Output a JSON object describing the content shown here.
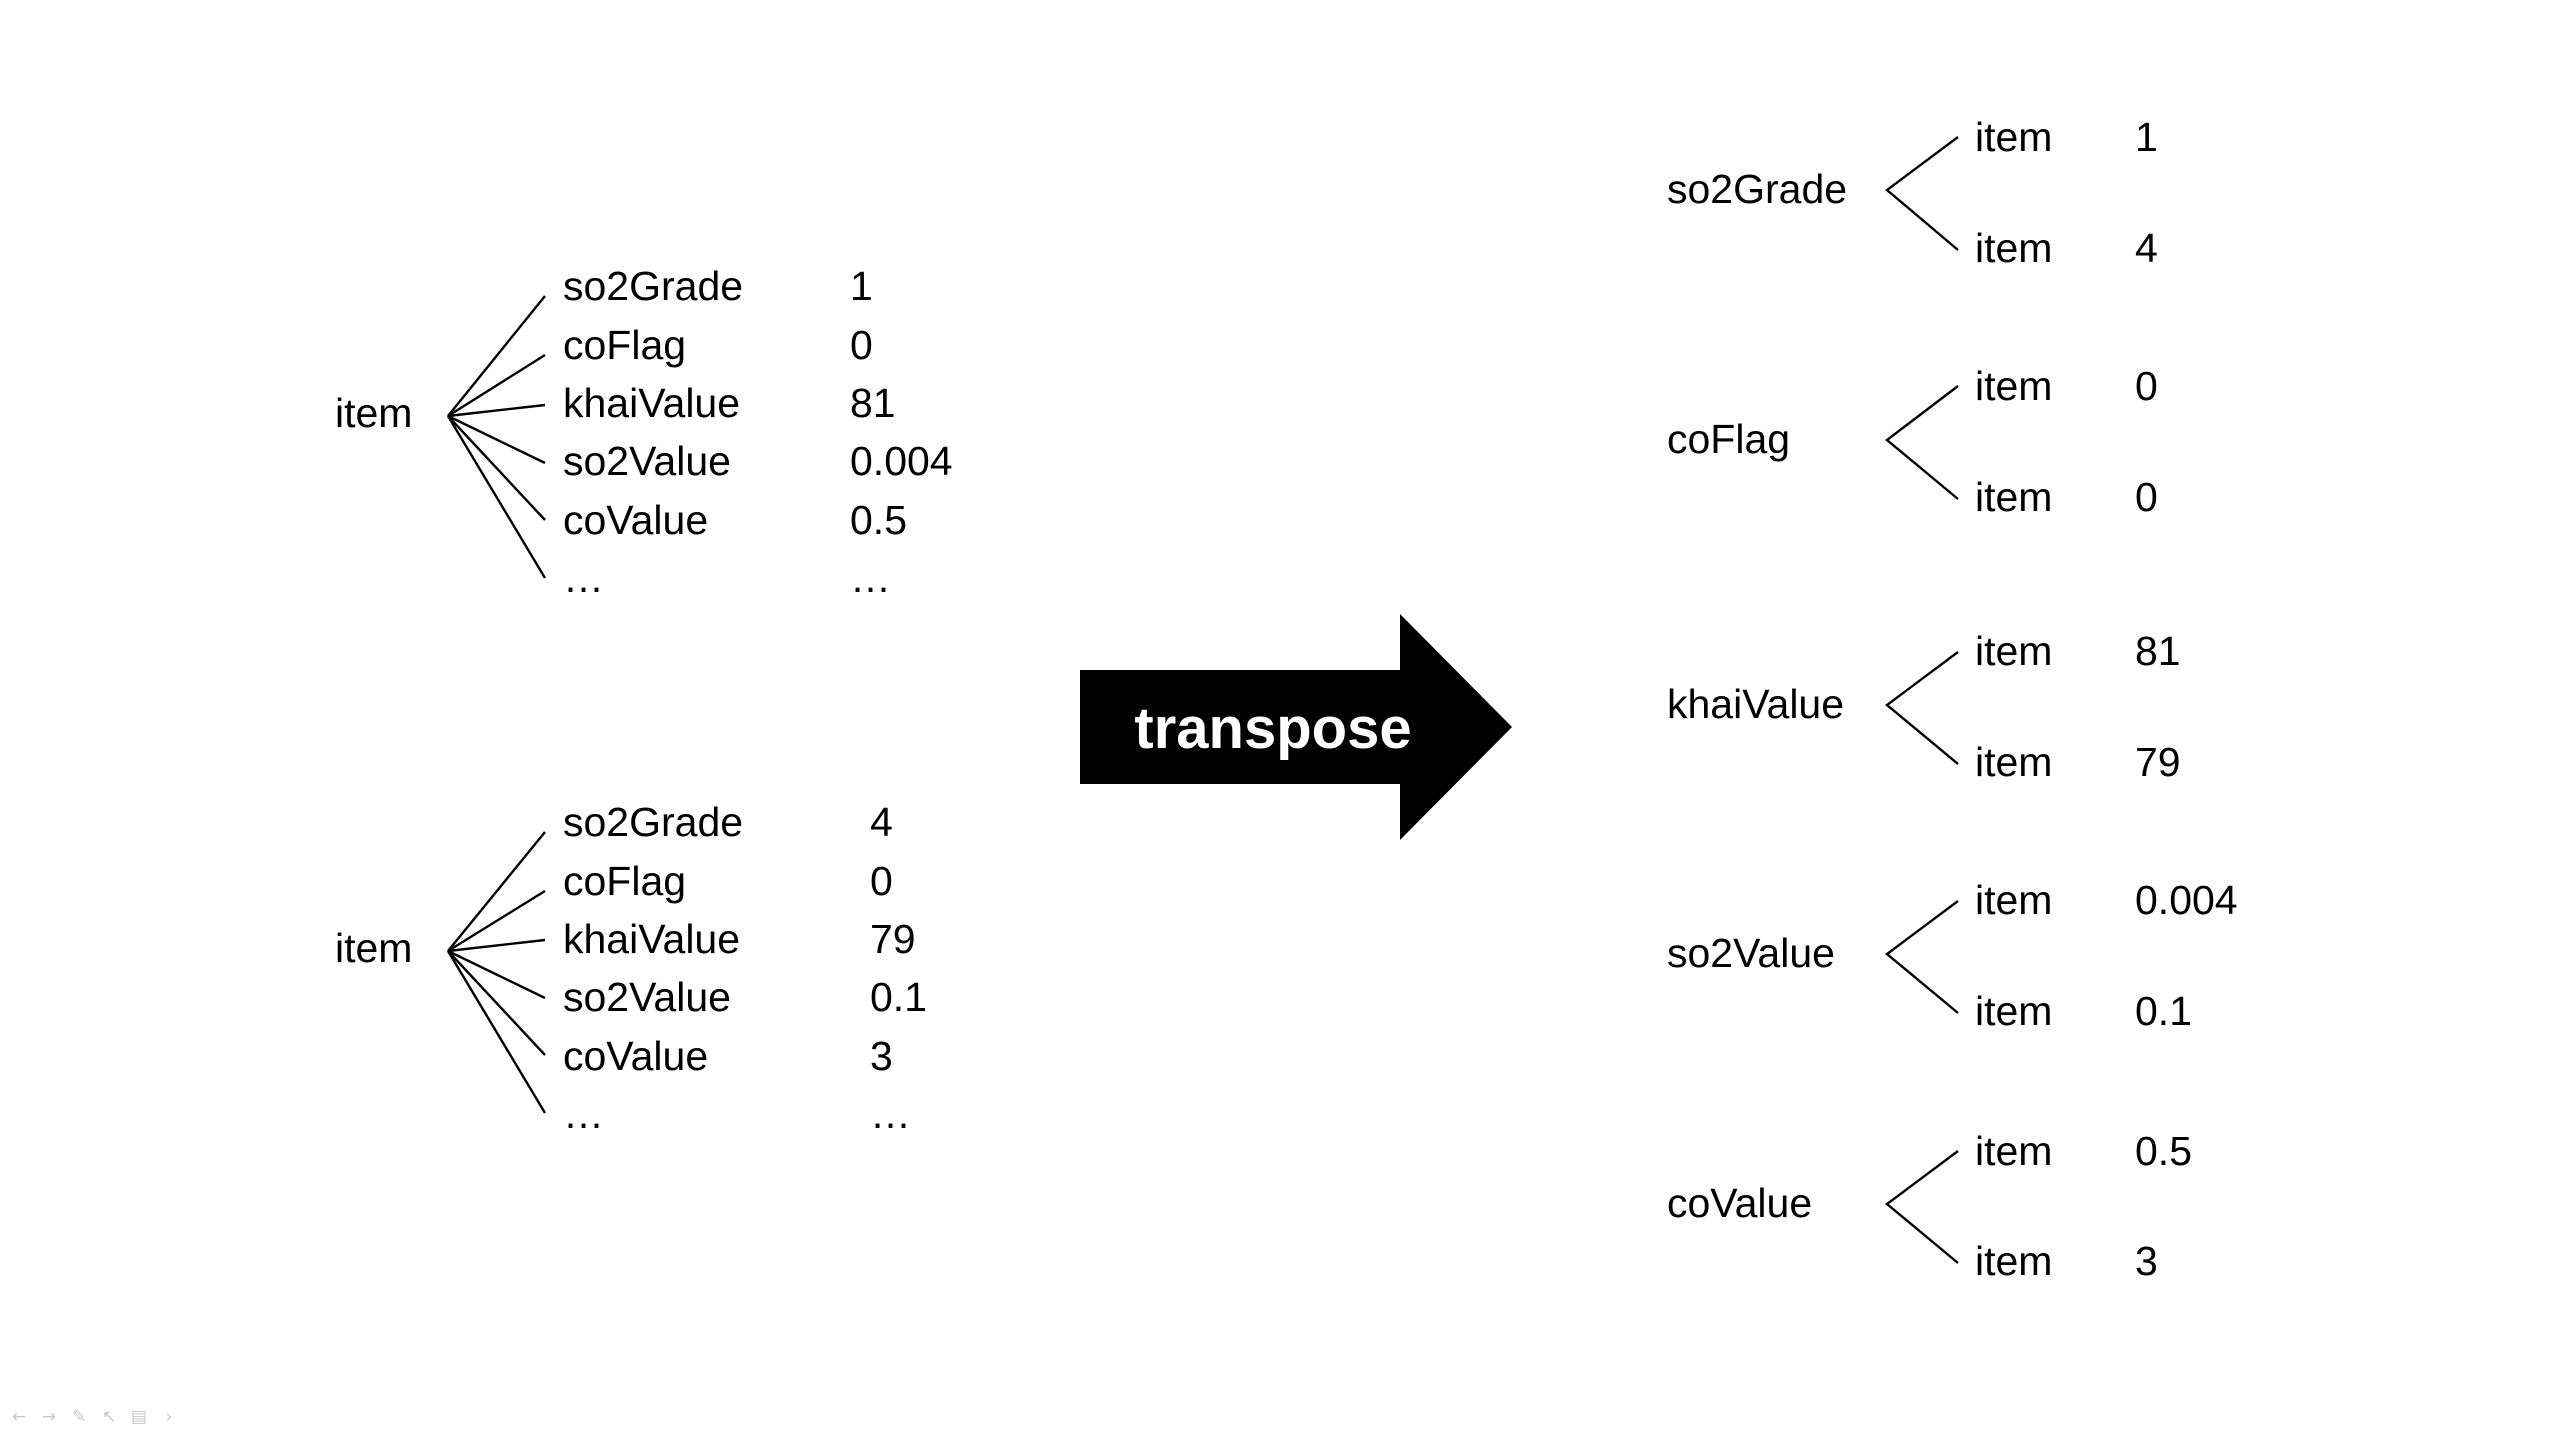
{
  "arrow": {
    "label": "transpose"
  },
  "source_records": [
    {
      "root": "item",
      "fields": [
        {
          "key": "so2Grade",
          "value": "1"
        },
        {
          "key": "coFlag",
          "value": "0"
        },
        {
          "key": "khaiValue",
          "value": "81"
        },
        {
          "key": "so2Value",
          "value": "0.004"
        },
        {
          "key": "coValue",
          "value": "0.5"
        },
        {
          "key": "…",
          "value": "…"
        }
      ]
    },
    {
      "root": "item",
      "fields": [
        {
          "key": "so2Grade",
          "value": "4"
        },
        {
          "key": "coFlag",
          "value": "0"
        },
        {
          "key": "khaiValue",
          "value": "79"
        },
        {
          "key": "so2Value",
          "value": "0.1"
        },
        {
          "key": "coValue",
          "value": "3"
        },
        {
          "key": "…",
          "value": "…"
        }
      ]
    }
  ],
  "transposed_groups": [
    {
      "field": "so2Grade",
      "items": [
        {
          "label": "item",
          "value": "1"
        },
        {
          "label": "item",
          "value": "4"
        }
      ]
    },
    {
      "field": "coFlag",
      "items": [
        {
          "label": "item",
          "value": "0"
        },
        {
          "label": "item",
          "value": "0"
        }
      ]
    },
    {
      "field": "khaiValue",
      "items": [
        {
          "label": "item",
          "value": "81"
        },
        {
          "label": "item",
          "value": "79"
        }
      ]
    },
    {
      "field": "so2Value",
      "items": [
        {
          "label": "item",
          "value": "0.004"
        },
        {
          "label": "item",
          "value": "0.1"
        }
      ]
    },
    {
      "field": "coValue",
      "items": [
        {
          "label": "item",
          "value": "0.5"
        },
        {
          "label": "item",
          "value": "3"
        }
      ]
    }
  ],
  "slide_toolbar": {
    "icons": [
      "arrow-left-icon",
      "arrow-right-icon",
      "pen-icon",
      "pointer-icon",
      "slides-icon",
      "chevron-right-icon"
    ]
  }
}
